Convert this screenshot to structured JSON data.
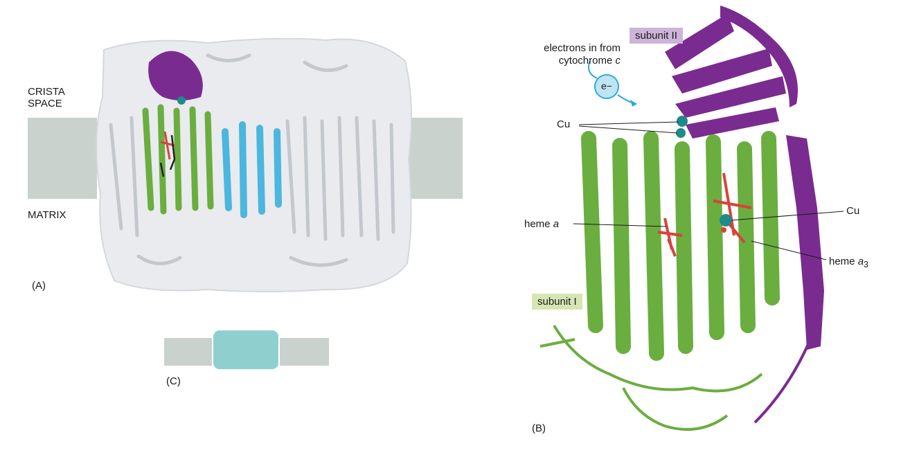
{
  "panel_a": {
    "label": "(A)",
    "top_compartment": "CRISTA\nSPACE",
    "bottom_compartment": "MATRIX"
  },
  "panel_b": {
    "label": "(B)",
    "electrons_note": "electrons in from\ncytochrome",
    "electrons_note_italic": "c",
    "electron_symbol": "e−",
    "subunit_ii": "subunit II",
    "subunit_i": "subunit I",
    "cu_top": "Cu",
    "cu_right": "Cu",
    "heme_a_prefix": "heme ",
    "heme_a_italic": "a",
    "heme_a3_prefix": "heme ",
    "heme_a3_italic": "a",
    "heme_a3_sub": "3"
  },
  "panel_c": {
    "label": "(C)"
  },
  "colors": {
    "membrane": "#c9d2cc",
    "complex_box": "#8fd0cf",
    "subunit_i_green": "#6aae3f",
    "subunit_ii_purple": "#7a2b90",
    "cyan_helix": "#4bb6de",
    "heme_red": "#d9423a",
    "cu_teal": "#1f8a8c",
    "electron_fill": "#bfe5f4",
    "electron_stroke": "#2fa9d8",
    "subunit_ii_tag": "#cdb4d9",
    "subunit_i_tag": "#d6e6b3"
  }
}
